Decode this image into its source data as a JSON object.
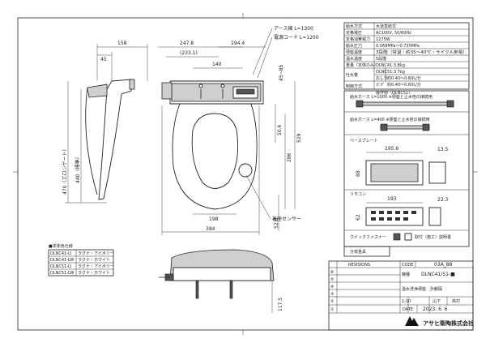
{
  "dimensions": {
    "side_top_width": "158",
    "side_45": "45",
    "side_470": "470（エロンゲート）",
    "side_440": "440（標準）",
    "front_2478": "247.8",
    "front_1944": "194.4",
    "front_2331": "(233.1)",
    "front_140": "140",
    "front_4585": "45~85",
    "front_506": "50.6",
    "front_286": "286",
    "front_529": "529",
    "front_528": "52.8",
    "front_198": "198",
    "front_384": "384",
    "bottom_1175": "117.5"
  },
  "callouts": {
    "earth_wire": "アース線 L=1300",
    "power_cord": "電源コード L=1200",
    "seat_sensor": "着座センサー"
  },
  "spec_table": {
    "rows": [
      {
        "label": "給水方式",
        "value": "水道直結式"
      },
      {
        "label": "定格電圧",
        "value": "AC100V, 50/60Hz"
      },
      {
        "label": "定格消費電力",
        "value": "1275W"
      },
      {
        "label": "給水圧力",
        "value": "0.069MPa～0.735MPa"
      },
      {
        "label": "便座温度",
        "value": "3段階（常温・約35～40℃・サイクル節電）"
      },
      {
        "label": "温水温度",
        "value": "5段階"
      },
      {
        "label": "重量（本体のみ）",
        "value": "DLNC41:3.8kg"
      },
      {
        "label": "",
        "value": "DLNC51:3.7kg"
      }
    ],
    "spray_label": "吐水量",
    "spray_rows": [
      {
        "label": "おしり",
        "value": "約0.40～0.60L/分"
      },
      {
        "label": "ビデ",
        "value": "約0.40～0.60L/分"
      }
    ],
    "control_label": "制御方式",
    "control_value": "操作部（DLNC51）"
  },
  "accessories": {
    "hose_1000": "給水ホース L=1000 ※便座と止水栓の接続用",
    "hose_400": "給水ホース L=400 ※便座と止水栓の接続用",
    "base_plate": "ベースプレート",
    "base_1956": "195.6",
    "base_135": "13.5",
    "base_88": "88",
    "remote": "リモコン",
    "remote_193": "193",
    "remote_223": "22.3",
    "remote_62": "62",
    "quick_fastener": "クイックファスナー",
    "wall_note": "取付（施工）説明書",
    "kit_label": "分岐金具"
  },
  "model_table": {
    "title": "■本体色仕様",
    "rows": [
      {
        "model": "DLNC41-LI",
        "color": "ラグナ・アイボリー"
      },
      {
        "model": "DLNC41-LW",
        "color": "ラグナ・ホワイト"
      },
      {
        "model": "DLNC51-LI",
        "color": "ラグナ・アイボリー"
      },
      {
        "model": "DLNC51-LW",
        "color": "ラグナ・ホワイト"
      }
    ]
  },
  "title_block": {
    "revisions_header": "REVISIONS",
    "code_label": "CODE",
    "code_value": "03A_88",
    "kind_label": "機種",
    "kind_value": "DLNC41/51-■",
    "name_line": "温水洗浄便座　外観図",
    "scale_label": "1:10",
    "checker": "山下",
    "approver": "高村",
    "date_label": "DATE",
    "date_value": "2023. 6. 6",
    "company": "アサヒ衛陶株式会社"
  },
  "revision_markers": [
    "⑥",
    "⑤",
    "④",
    "③",
    "②",
    "①"
  ]
}
